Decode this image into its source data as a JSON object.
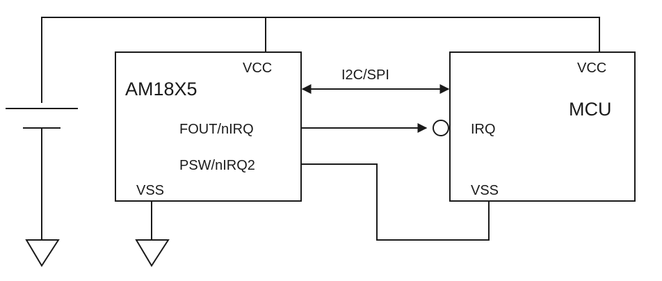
{
  "diagram": {
    "chip": {
      "name": "AM18X5",
      "vcc_label": "VCC",
      "vss_label": "VSS",
      "pin_fout": "FOUT/nIRQ",
      "pin_psw": "PSW/nIRQ2"
    },
    "mcu": {
      "name": "MCU",
      "vcc_label": "VCC",
      "vss_label": "VSS",
      "pin_irq": "IRQ"
    },
    "bus_label": "I2C/SPI",
    "line_color": "#1a1a1a"
  }
}
